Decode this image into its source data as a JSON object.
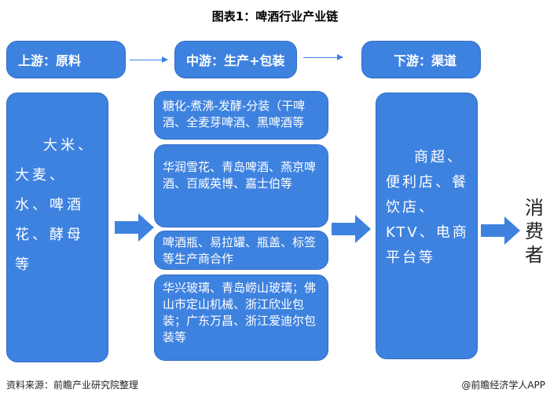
{
  "title": "图表1：啤酒行业产业链",
  "headers": {
    "upstream": "上游：原料",
    "midstream": "中游：生产+包装",
    "downstream": "下游：渠道"
  },
  "upstream_text": "大米、大麦、水、啤酒花、酵母等",
  "midstream_boxes": [
    "糖化-煮沸-发酵-分装（干啤酒、全麦芽啤酒、黑啤酒等",
    "华润雪花、青岛啤酒、燕京啤酒、百威英博、嘉士伯等",
    "啤酒瓶、易拉罐、瓶盖、标签等生产商合作",
    "华兴玻璃、青岛崂山玻璃；佛山市定山机械、浙江欣业包装；广东万昌、浙江爱迪尔包装等"
  ],
  "downstream_text": "商超、便利店、餐饮店、KTV、电商平台等",
  "consumer": "消费者",
  "footer": {
    "source": "资料来源：前瞻产业研究院整理",
    "brand": "@前瞻经济学人APP"
  },
  "colors": {
    "box": "#3e82e0"
  }
}
